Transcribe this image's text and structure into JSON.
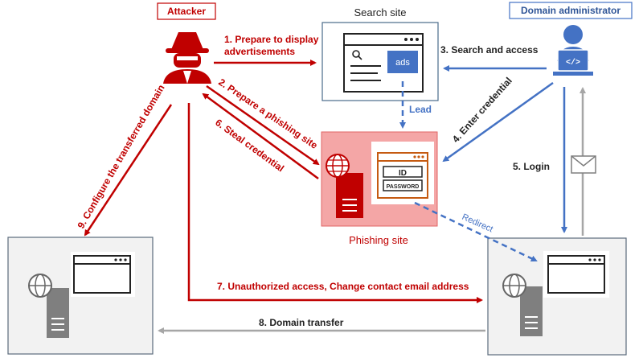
{
  "actors": {
    "attacker": "Attacker",
    "domain_admin": "Domain administrator"
  },
  "nodes": {
    "search_site": "Search site",
    "ads": "ads",
    "phishing_site": "Phishing site",
    "id_field": "ID",
    "password_field": "PASSWORD"
  },
  "steps": {
    "s1_line1": "1. Prepare to display",
    "s1_line2": "advertisements",
    "s2": "2. Prepare a phishing site",
    "s3": "3. Search and access",
    "s4": "4. Enter credential",
    "s5": "5. Login",
    "s6": "6. Steal credential",
    "s7": "7. Unauthorized access, Change contact email address",
    "s8": "8. Domain transfer",
    "s9": "9. Configure the transferred domain",
    "lead": "Lead",
    "redirect": "Redirect"
  },
  "colors": {
    "attack_red": "#c00000",
    "user_blue": "#4472c4",
    "transfer_gray": "#a6a6a6",
    "phishing_fill": "#f4a6a6",
    "server_box_fill": "#f2f2f2"
  }
}
